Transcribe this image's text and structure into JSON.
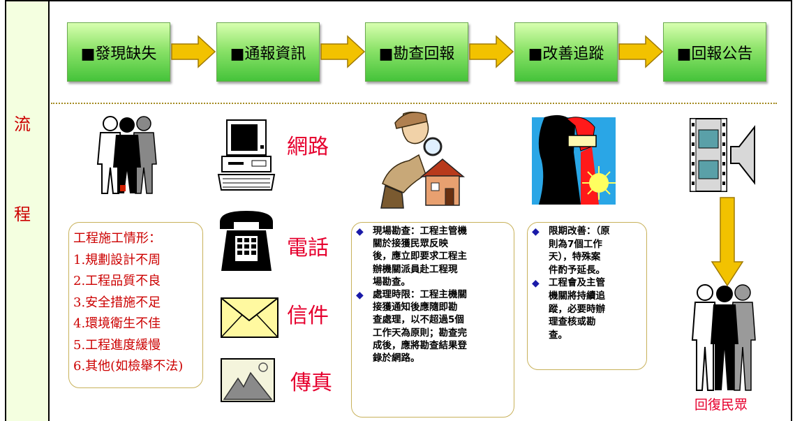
{
  "side_label": {
    "top": "流",
    "bottom": "程"
  },
  "steps": [
    {
      "label": "■發現缺失"
    },
    {
      "label": "■通報資訊"
    },
    {
      "label": "■勘查回報"
    },
    {
      "label": "■改善追蹤"
    },
    {
      "label": "■回報公告"
    }
  ],
  "channels": [
    {
      "label": "網路",
      "icon": "computer-icon"
    },
    {
      "label": "電話",
      "icon": "telephone-icon"
    },
    {
      "label": "信件",
      "icon": "envelope-icon"
    },
    {
      "label": "傳真",
      "icon": "fax-picture-icon"
    }
  ],
  "issues": {
    "heading": "工程施工情形：",
    "items": [
      "1.規劃設計不周",
      "2.工程品質不良",
      "3.安全措施不足",
      "4.環境衛生不佳",
      "5.工程進度緩慢",
      "6.其他(如檢舉不法)"
    ]
  },
  "inspection": {
    "bullets": [
      {
        "lines": [
          "現場勘查：工程主管機",
          "關於接獲民眾反映",
          "後，應立即要求工程主",
          "辦機關派員赴工程現",
          "場勘查。"
        ]
      },
      {
        "lines": [
          "處理時限：工程主機關",
          "接獲通知後應隨即勘",
          "查處理，以不超過5個",
          "工作天為原則；勘查完",
          "成後，應將勘查結果登",
          "錄於網路。"
        ]
      }
    ]
  },
  "improvement": {
    "bullets": [
      {
        "lines": [
          "限期改善：（原",
          "則為7個工作",
          "天），特殊案",
          "件酌予延長。"
        ]
      },
      {
        "lines": [
          "工程會及主管",
          "機關將持續追",
          "蹤，必要時辦",
          "理查核或勘",
          "查。"
        ]
      }
    ]
  },
  "result_label": "回復民眾",
  "colors": {
    "step_green": "#6fd35a",
    "arrow_yellow": "#f2c200",
    "text_red": "#e6002e",
    "bullet_blue": "#1a1aa8"
  }
}
